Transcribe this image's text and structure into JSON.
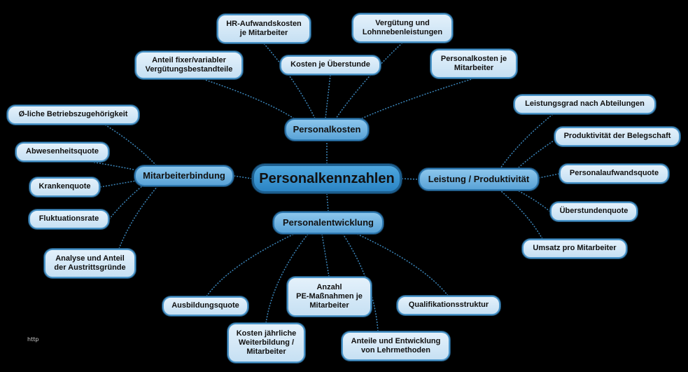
{
  "root": "Personalkennzahlen",
  "branches": {
    "personalkosten": "Personalkosten",
    "mitarbeiterbindung": "Mitarbeiterbindung",
    "leistung": "Leistung / Produktivität",
    "personalentwicklung": "Personalentwicklung"
  },
  "personalkosten_items": {
    "hr_aufwand": "HR-Aufwandskosten\nje Mitarbeiter",
    "verguetung": "Vergütung und\nLohnnebenleistungen",
    "anteil_fix": "Anteil fixer/variabler\nVergütungsbestandteile",
    "ueberstunde": "Kosten je Überstunde",
    "pk_je_ma": "Personalkosten je\nMitarbeiter"
  },
  "mitarbeiterbindung_items": {
    "betriebszugehoerigkeit": "Ø-liche Betriebszugehörigkeit",
    "abwesenheit": "Abwesenheitsquote",
    "kranken": "Krankenquote",
    "fluktuation": "Fluktuationsrate",
    "austritt": "Analyse und Anteil\nder Austrittsgründe"
  },
  "leistung_items": {
    "leistungsgrad": "Leistungsgrad nach Abteilungen",
    "produktivitaet": "Produktivität der Belegschaft",
    "aufwandsquote": "Personalaufwandsquote",
    "ueberstundenquote": "Überstundenquote",
    "umsatz": "Umsatz pro Mitarbeiter"
  },
  "personalentwicklung_items": {
    "ausbildung": "Ausbildungsquote",
    "pe_massnahmen": "Anzahl\nPE-Maßnahmen je\nMitarbeiter",
    "qualifikation": "Qualifikationsstruktur",
    "weiterbildung": "Kosten jährliche\nWeiterbildung /\nMitarbeiter",
    "lehrmethoden": "Anteile und Entwicklung\nvon Lehrmethoden"
  },
  "footer_text": "http",
  "colors": {
    "background": "#000000",
    "connector": "#3a84b8",
    "root_fill": "#2a84c4",
    "branch_fill": "#5aa3d7",
    "leaf_fill": "#c6e0f3"
  }
}
